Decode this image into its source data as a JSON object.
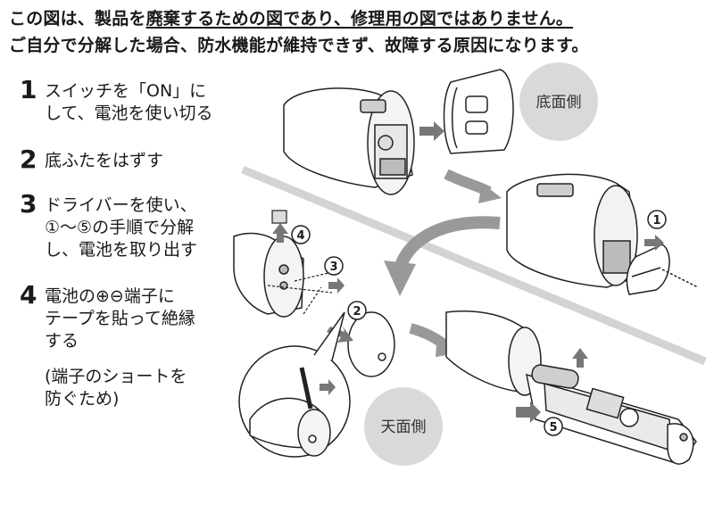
{
  "header": {
    "line1_part1": "この図は、製品を",
    "line1_part2": "廃棄するための図であり、修理用の図ではありません。",
    "line2": "ご自分で分解した場合、防水機能が維持できず、故障する原因になります。"
  },
  "steps": [
    {
      "number": "1",
      "text": "スイッチを「ON」に\nして、電池を使い切る"
    },
    {
      "number": "2",
      "text": "底ふたをはずす"
    },
    {
      "number": "3",
      "text": "ドライバーを使い、\n①～⑤の手順で分解\nし、電池を取り出す"
    },
    {
      "number": "4",
      "text": "電池の⊕⊖端子に\nテープを貼って絶縁\nする"
    }
  ],
  "note": "(端子のショートを\n防ぐため)",
  "labels": {
    "bottom_side": "底面側",
    "top_side": "天面側"
  },
  "markers": [
    "①",
    "②",
    "③",
    "④",
    "⑤"
  ],
  "colors": {
    "label_circle": "#d9d9d9",
    "arrow": "#8c8c8c",
    "line": "#222222",
    "diagonal_band": "#d0d0d0"
  }
}
